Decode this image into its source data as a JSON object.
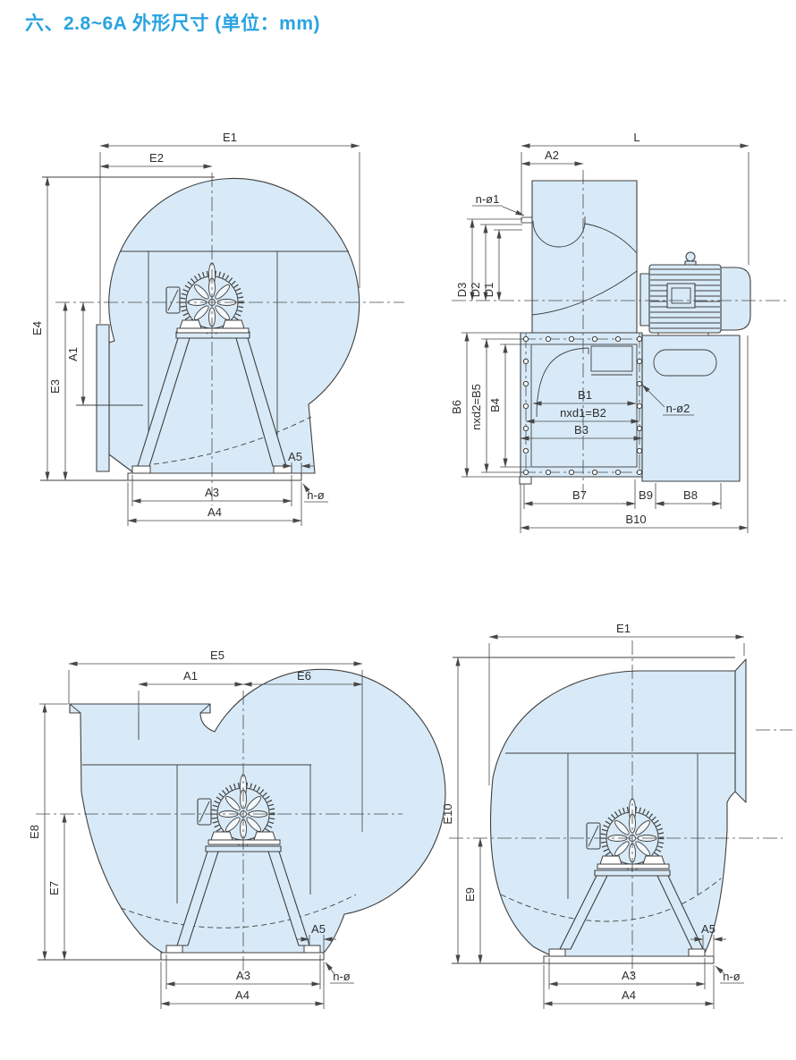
{
  "title": "六、2.8~6A 外形尺寸 (单位：mm)",
  "colors": {
    "title_blue": "#29a3e0",
    "fan_fill": "#d8eaf7",
    "line": "#3f3f3f"
  },
  "views": {
    "top_left": {
      "name": "side-view-outlet-left",
      "labels": {
        "e1": "E1",
        "e2": "E2",
        "e4": "E4",
        "e3": "E3",
        "a1": "A1",
        "a5": "A5",
        "a3": "A3",
        "a4": "A4",
        "n_hole": "n-ø"
      }
    },
    "top_right": {
      "name": "front-view-with-motor",
      "labels": {
        "l": "L",
        "a2": "A2",
        "n_hole1": "n-ø1",
        "d3": "D3",
        "d2": "D2",
        "d1": "D1",
        "b6": "B6",
        "b5": "nxd2=B5",
        "b4": "B4",
        "b1": "B1",
        "b2": "nxd1=B2",
        "b3": "B3",
        "n_hole2": "n-ø2",
        "b7": "B7",
        "b9": "B9",
        "b8": "B8",
        "b10": "B10"
      }
    },
    "bottom_left": {
      "name": "side-view-outlet-top-left",
      "labels": {
        "e5": "E5",
        "a1": "A1",
        "e6": "E6",
        "e8": "E8",
        "e7": "E7",
        "a5": "A5",
        "a3": "A3",
        "a4": "A4",
        "n_hole": "n-ø"
      }
    },
    "bottom_right": {
      "name": "side-view-outlet-right",
      "labels": {
        "e1": "E1",
        "e10": "E10",
        "e9": "E9",
        "a5": "A5",
        "a3": "A3",
        "a4": "A4",
        "n_hole": "n-ø"
      }
    }
  }
}
